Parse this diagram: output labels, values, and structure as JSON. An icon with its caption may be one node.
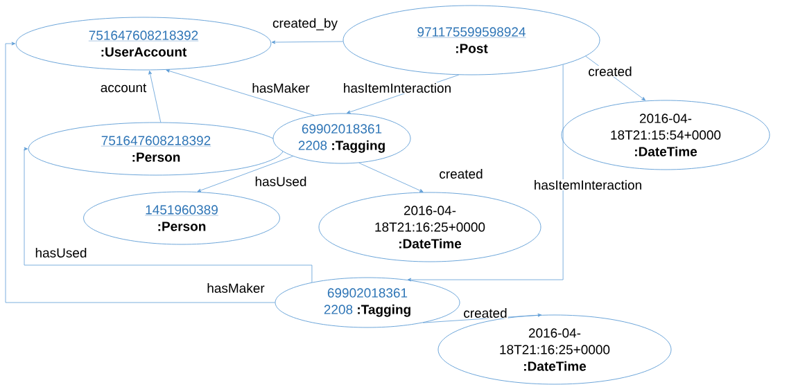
{
  "diagram": {
    "nodes": [
      {
        "text": [
          "751647608218392",
          ":UserAccount"
        ]
      },
      {
        "text": [
          "971175599598924",
          ":Post"
        ]
      },
      {
        "text": [
          "751647608218392",
          ":Person"
        ]
      },
      {
        "text": [
          "69902018361 2208",
          ":Tagging"
        ]
      },
      {
        "text": [
          "2016-04- 18T21:15:54+0000",
          ":DateTime"
        ]
      },
      {
        "text": [
          "1451960389",
          ":Person"
        ]
      },
      {
        "text": [
          "2016-04- 18T21:16:25+0000",
          ":DateTime"
        ]
      },
      {
        "text": [
          "69902018361 2208",
          ":Tagging"
        ]
      },
      {
        "text": [
          "2016-04- 18T21:16:25+0000",
          ":DateTime"
        ]
      }
    ],
    "edges": [
      {
        "from": 1,
        "to": 0,
        "arrow": "to",
        "label": "created_by"
      },
      {
        "from": 2,
        "to": 0,
        "arrow": "to",
        "label": "account"
      },
      {
        "from": 3,
        "to": 0,
        "arrow": "to",
        "label": "hasMaker"
      },
      {
        "from": 1,
        "to": 3,
        "arrow": "to",
        "label": "hasItemInteraction"
      },
      {
        "from": 1,
        "to": 4,
        "arrow": "to",
        "label": "created"
      },
      {
        "from": 3,
        "to": 5,
        "arrow": "to",
        "label": "hasUsed"
      },
      {
        "from": 3,
        "to": 6,
        "arrow": "to",
        "label": "created"
      },
      {
        "from": 1,
        "to": 7,
        "arrow": "to",
        "label": "hasItemInteraction"
      },
      {
        "from": 7,
        "to": 2,
        "arrow": "to",
        "label": "hasUsed"
      },
      {
        "from": 7,
        "to": 0,
        "arrow": "to",
        "label": "hasMaker"
      },
      {
        "from": 7,
        "to": 8,
        "arrow": "to",
        "label": "created"
      }
    ]
  }
}
